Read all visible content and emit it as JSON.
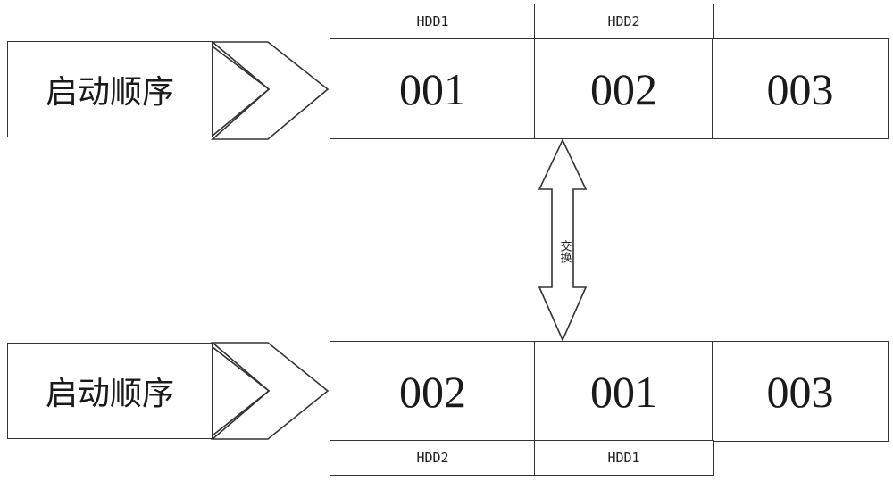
{
  "top_row": {
    "label": "启动顺序",
    "tags": [
      "HDD1",
      "HDD2"
    ],
    "cells": [
      "001",
      "002",
      "003"
    ]
  },
  "bottom_row": {
    "label": "启动顺序",
    "tags": [
      "HDD2",
      "HDD1"
    ],
    "cells": [
      "002",
      "001",
      "003"
    ]
  },
  "swap_label": "交换"
}
